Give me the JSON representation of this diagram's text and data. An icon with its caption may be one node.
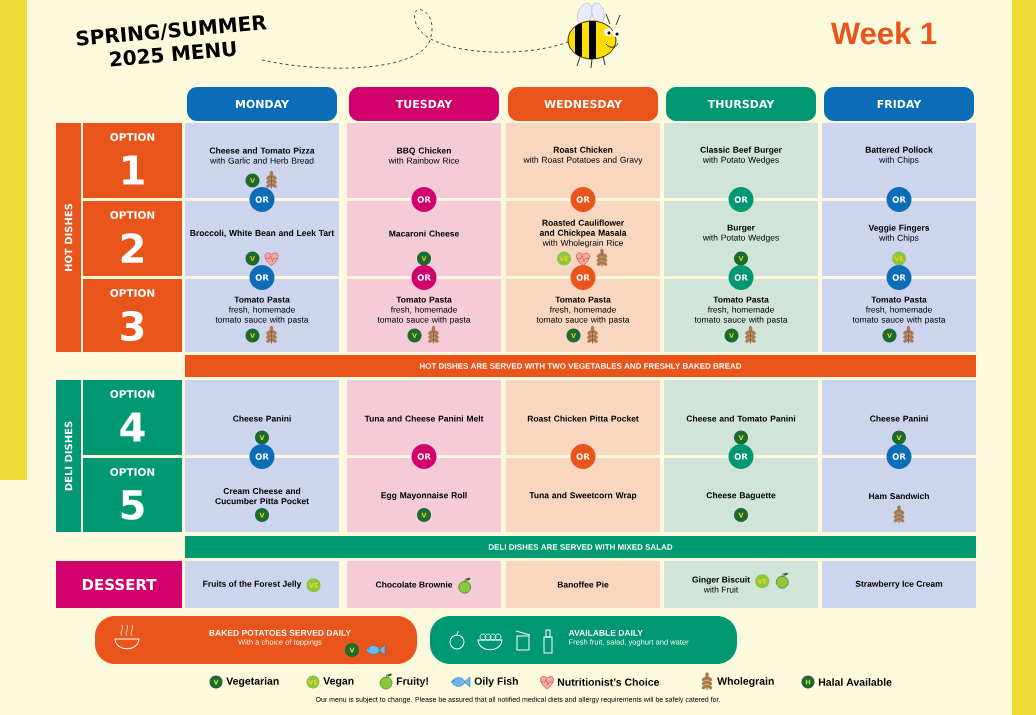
{
  "diagram": {
    "title": "SPRING/SUMMER 2025 MENU",
    "caption": "Our menu is subject to change. Please be assured that all notified medical diets and allergy requirements will be safely catered for.",
    "nodes": [
      {
        "text": [
          "MONDAY"
        ]
      },
      {
        "text": [
          "TUESDAY"
        ]
      },
      {
        "text": [
          "WEDNESDAY"
        ]
      },
      {
        "text": [
          "THURSDAY"
        ]
      },
      {
        "text": [
          "FRIDAY"
        ]
      },
      {
        "text": [
          "HOT DISHES"
        ]
      },
      {
        "text": [
          "OPTION",
          "1"
        ]
      },
      {
        "text": [
          "OPTION",
          "2"
        ]
      },
      {
        "text": [
          "OPTION",
          "3"
        ]
      },
      {
        "text": [
          "Cheese and Tomato Pizza",
          "with Garlic and Herb Bread"
        ]
      },
      {
        "text": [
          "V"
        ],
        "in": 9
      },
      {
        "text": [],
        "shape": "wheat",
        "in": 9
      },
      {
        "text": [
          "BBQ Chicken",
          "with Rainbow Rice"
        ]
      },
      {
        "text": [
          "Roast Chicken",
          "with Roast Potatoes and Gravy"
        ]
      },
      {
        "text": [
          "Classic Beef Burger",
          "with Potato Wedges"
        ]
      },
      {
        "text": [
          "Battered Pollock",
          "with Chips"
        ]
      },
      {
        "text": [
          "OR"
        ]
      },
      {
        "text": [
          "OR"
        ]
      },
      {
        "text": [
          "OR"
        ]
      },
      {
        "text": [
          "OR"
        ]
      },
      {
        "text": [
          "OR"
        ]
      },
      {
        "text": [
          "Broccoli, White Bean and Leek Tart"
        ]
      },
      {
        "text": [
          "V"
        ],
        "in": 21
      },
      {
        "text": [],
        "shape": "heart",
        "in": 21
      },
      {
        "text": [
          "Macaroni Cheese"
        ]
      },
      {
        "text": [
          "V"
        ],
        "in": 24
      },
      {
        "text": [
          "Roasted Cauliflower and Chickpea Masala",
          "with Wholegrain Rice"
        ]
      },
      {
        "text": [
          "VE"
        ],
        "in": 26
      },
      {
        "text": [],
        "shape": "heart",
        "in": 26
      },
      {
        "text": [],
        "shape": "wheat",
        "in": 26
      },
      {
        "text": [
          "Burger",
          "with Potato Wedges"
        ]
      },
      {
        "text": [
          "V"
        ],
        "in": 30
      },
      {
        "text": [
          "Veggie Fingers",
          "with Chips"
        ]
      },
      {
        "text": [
          "VE"
        ],
        "in": 32
      },
      {
        "text": [
          "OR"
        ]
      },
      {
        "text": [
          "OR"
        ]
      },
      {
        "text": [
          "OR"
        ]
      },
      {
        "text": [
          "OR"
        ]
      },
      {
        "text": [
          "OR"
        ]
      },
      {
        "text": [
          "Tomato Pasta",
          "fresh, homemade tomato sauce with pasta"
        ]
      },
      {
        "text": [
          "V"
        ],
        "in": 39
      },
      {
        "text": [],
        "shape": "wheat",
        "in": 39
      },
      {
        "text": [
          "Tomato Pasta",
          "fresh, homemade tomato sauce with pasta"
        ]
      },
      {
        "text": [
          "V"
        ],
        "in": 42
      },
      {
        "text": [],
        "shape": "wheat",
        "in": 42
      },
      {
        "text": [
          "Tomato Pasta",
          "fresh, homemade tomato sauce with pasta"
        ]
      },
      {
        "text": [
          "V"
        ],
        "in": 45
      },
      {
        "text": [],
        "shape": "wheat",
        "in": 45
      },
      {
        "text": [
          "Tomato Pasta",
          "fresh, homemade tomato sauce with pasta"
        ]
      },
      {
        "text": [
          "V"
        ],
        "in": 48
      },
      {
        "text": [],
        "shape": "wheat",
        "in": 48
      },
      {
        "text": [
          "Tomato Pasta",
          "fresh, homemade tomato sauce with pasta"
        ]
      },
      {
        "text": [
          "V"
        ],
        "in": 51
      },
      {
        "text": [],
        "shape": "wheat",
        "in": 51
      },
      {
        "text": [
          "HOT DISHES ARE SERVED WITH TWO VEGETABLES AND FRESHLY BAKED BREAD"
        ]
      },
      {
        "text": [
          "DELI DISHES"
        ]
      },
      {
        "text": [
          "OPTION",
          "4"
        ]
      },
      {
        "text": [
          "OPTION",
          "5"
        ]
      },
      {
        "text": [
          "Cheese Panini"
        ]
      },
      {
        "text": [
          "V"
        ],
        "in": 58
      },
      {
        "text": [
          "Tuna and Cheese Panini Melt"
        ]
      },
      {
        "text": [
          "Roast Chicken Pitta Pocket"
        ]
      },
      {
        "text": [
          "Cheese and Tomato Panini"
        ]
      },
      {
        "text": [
          "V"
        ],
        "in": 62
      },
      {
        "text": [
          "Cheese Panini"
        ]
      },
      {
        "text": [
          "V"
        ],
        "in": 64
      },
      {
        "text": [
          "OR"
        ]
      },
      {
        "text": [
          "OR"
        ]
      },
      {
        "text": [
          "OR"
        ]
      },
      {
        "text": [
          "OR"
        ]
      },
      {
        "text": [
          "OR"
        ]
      },
      {
        "text": [
          "Cream Cheese and Cucumber Pitta Pocket"
        ]
      },
      {
        "text": [
          "V"
        ],
        "in": 71
      },
      {
        "text": [
          "Egg Mayonnaise Roll"
        ]
      },
      {
        "text": [
          "V"
        ],
        "in": 73
      },
      {
        "text": [
          "Tuna and Sweetcorn Wrap"
        ]
      },
      {
        "text": [
          "Cheese Baguette"
        ]
      },
      {
        "text": [
          "V"
        ],
        "in": 76
      },
      {
        "text": [
          "Ham Sandwich"
        ]
      },
      {
        "text": [],
        "shape": "wheat",
        "in": 78
      },
      {
        "text": [
          "DELI DISHES ARE SERVED WITH MIXED SALAD"
        ]
      },
      {
        "text": [
          "DESSERT"
        ]
      },
      {
        "text": [
          "Fruits of the Forest Jelly"
        ]
      },
      {
        "text": [
          "VE"
        ],
        "in": 82
      },
      {
        "text": [
          "Chocolate Brownie"
        ]
      },
      {
        "text": [],
        "shape": "apple",
        "in": 84
      },
      {
        "text": [
          "Banoffee Pie"
        ]
      },
      {
        "text": [
          "Ginger Biscuit",
          "with Fruit"
        ]
      },
      {
        "text": [
          "VE"
        ],
        "in": 87
      },
      {
        "text": [],
        "shape": "apple",
        "in": 87
      },
      {
        "text": [
          "Strawberry Ice Cream"
        ]
      },
      {
        "text": [
          "BAKED POTATOES SERVED DAILY",
          "With a choice of toppings"
        ]
      },
      {
        "text": [],
        "shape": "bowl",
        "in": 91
      },
      {
        "text": [
          "V"
        ],
        "in": 91
      },
      {
        "text": [],
        "shape": "fish",
        "in": 91
      },
      {
        "text": [
          "AVAILABLE DAILY",
          "Fresh fruit, salad, yoghurt and water"
        ]
      },
      {
        "text": [],
        "shape": "apple",
        "in": 95
      },
      {
        "text": [],
        "shape": "bowl",
        "in": 95
      },
      {
        "text": [],
        "shape": "cup",
        "in": 95
      },
      {
        "text": [],
        "shape": "bottle",
        "in": 95
      }
    ],
    "labels": [
      "Week 1",
      "V",
      "VE",
      "H"
    ],
    "legend": [
      {
        "text": "Vegetarian"
      },
      {
        "text": "Vegan"
      },
      {
        "text": "Fruity!"
      },
      {
        "text": "Oily Fish"
      },
      {
        "text": "Nutritionist’s Choice"
      },
      {
        "text": "Wholegrain"
      },
      {
        "text": "Halal Available"
      }
    ]
  }
}
